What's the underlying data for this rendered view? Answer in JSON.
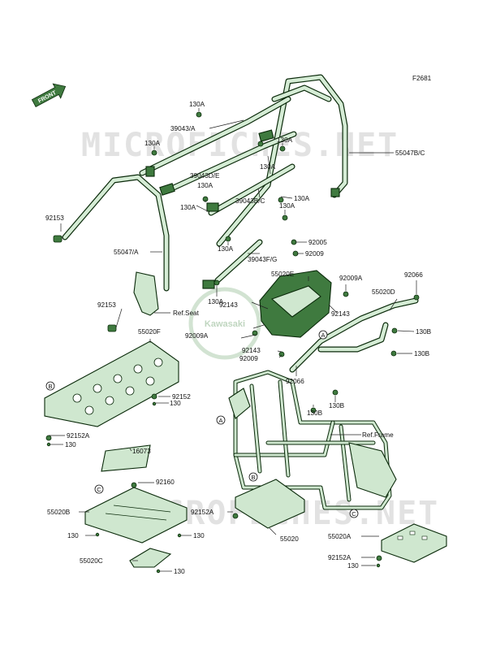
{
  "figure_code": "F2681",
  "front_label": "FRONT",
  "watermark": "MICROFICHES.NET",
  "logo_text": "Kawasaki",
  "ref_labels": {
    "seat": "Ref.Seat",
    "frame": "Ref.Frame"
  },
  "callouts": {
    "a": "A",
    "b": "B",
    "c": "C"
  },
  "parts": {
    "p130a": "130A",
    "p39043a": "39043/A",
    "p39043de": "39043D/E",
    "p39043bc": "39043B/C",
    "p39043fg": "39043F/G",
    "p55047bc": "55047B/C",
    "p55047a": "55047/A",
    "p92153": "92153",
    "p92005": "92005",
    "p92009": "92009",
    "p92009a": "92009A",
    "p55020e": "55020E",
    "p92066": "92066",
    "p55020d": "55020D",
    "p92143": "92143",
    "p130b": "130B",
    "p55020f": "55020F",
    "p92152": "92152",
    "p130": "130",
    "p92152a": "92152A",
    "p16073": "16073",
    "p92160": "92160",
    "p55020b": "55020B",
    "p55020c": "55020C",
    "p55020": "55020",
    "p55020a": "55020A"
  }
}
